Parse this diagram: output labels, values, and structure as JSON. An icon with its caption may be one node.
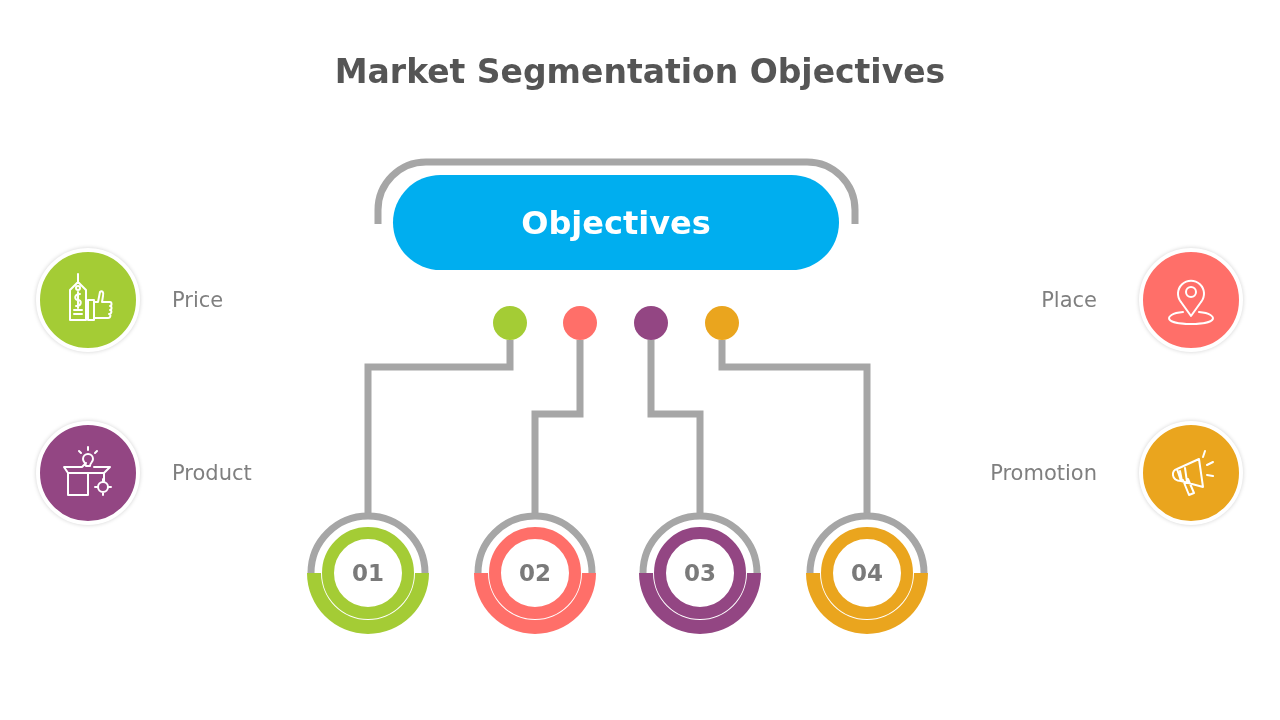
{
  "diagram": {
    "title": "Market Segmentation Objectives",
    "nodes": [
      {
        "text": [
          "Objectives"
        ]
      },
      {
        "text": [],
        "shape": "circle"
      },
      {
        "text": [],
        "shape": "circle"
      },
      {
        "text": [],
        "shape": "circle"
      },
      {
        "text": [],
        "shape": "circle"
      },
      {
        "text": [
          "01"
        ]
      },
      {
        "text": [
          "02"
        ]
      },
      {
        "text": [
          "03"
        ]
      },
      {
        "text": [
          "04"
        ]
      },
      {
        "text": [],
        "shape": "circle",
        "beside": [
          "Price"
        ]
      },
      {
        "text": [],
        "shape": "circle",
        "beside": [
          "Place"
        ]
      },
      {
        "text": [],
        "shape": "circle",
        "beside": [
          "Product"
        ]
      },
      {
        "text": [],
        "shape": "circle",
        "beside": [
          "Promotion"
        ]
      }
    ],
    "edges": [
      {
        "from": 1,
        "to": 5,
        "arrow": "none"
      },
      {
        "from": 2,
        "to": 6,
        "arrow": "none"
      },
      {
        "from": 3,
        "to": 7,
        "arrow": "none"
      },
      {
        "from": 4,
        "to": 8,
        "arrow": "none"
      }
    ]
  }
}
